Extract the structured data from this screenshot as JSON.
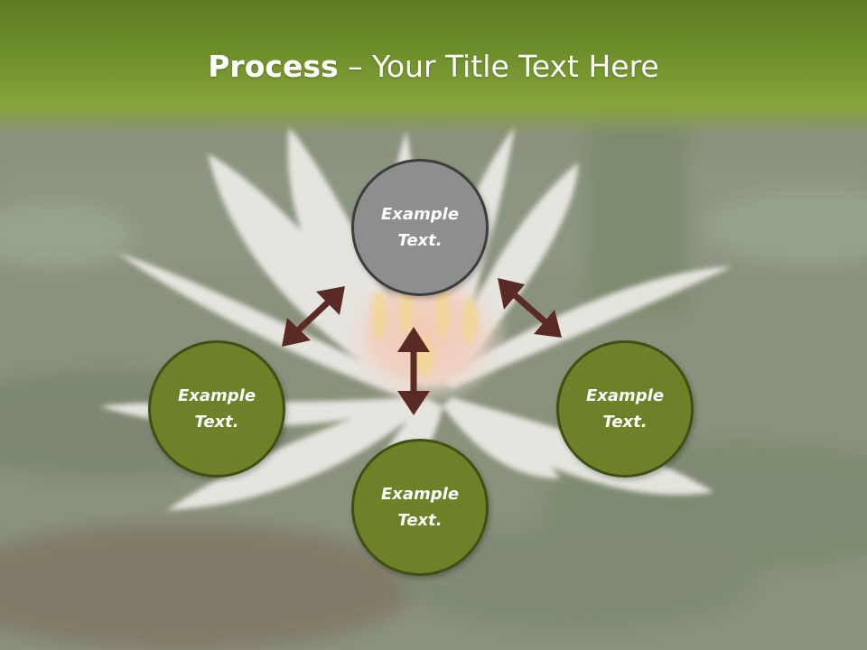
{
  "slide": {
    "title_bold": "Process",
    "title_rest": " – Your Title Text Here"
  },
  "nodes": {
    "top": {
      "line1": "Example",
      "line2": "Text."
    },
    "left": {
      "line1": "Example",
      "line2": "Text."
    },
    "bottom": {
      "line1": "Example",
      "line2": "Text."
    },
    "right": {
      "line1": "Example",
      "line2": "Text."
    }
  },
  "colors": {
    "header_green": "#6f8f2c",
    "node_green": "#6c8128",
    "node_gray": "#8e8e8e",
    "arrow": "#5a2a24"
  }
}
